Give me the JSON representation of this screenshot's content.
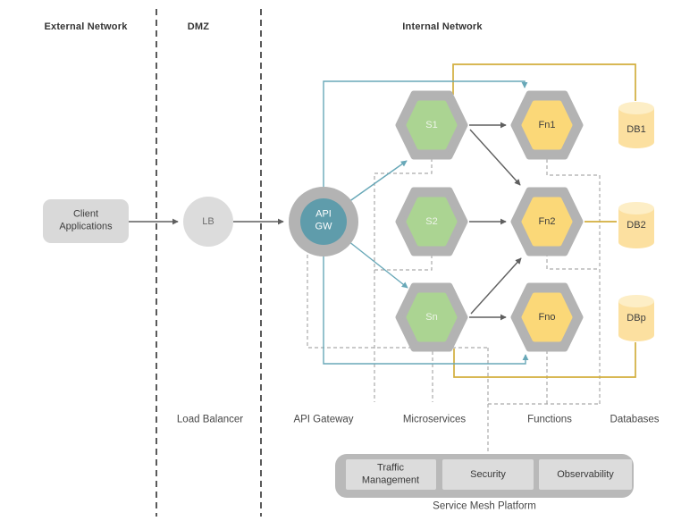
{
  "zones": [
    {
      "id": "external-network",
      "label": "External Network"
    },
    {
      "id": "dmz",
      "label": "DMZ"
    },
    {
      "id": "internal-network",
      "label": "Internal Network"
    }
  ],
  "nodes": {
    "client_apps": {
      "label": "Client Applications",
      "shape": "rounded-rect"
    },
    "lb": {
      "label": "LB",
      "shape": "circle"
    },
    "api_gw": {
      "label": "API GW",
      "shape": "double-circle"
    },
    "s1": {
      "label": "S1",
      "shape": "hexagon",
      "group": "microservices"
    },
    "s2": {
      "label": "S2",
      "shape": "hexagon",
      "group": "microservices"
    },
    "sn": {
      "label": "Sn",
      "shape": "hexagon",
      "group": "microservices"
    },
    "fn1": {
      "label": "Fn1",
      "shape": "hexagon",
      "group": "functions"
    },
    "fn2": {
      "label": "Fn2",
      "shape": "hexagon",
      "group": "functions"
    },
    "fno": {
      "label": "Fno",
      "shape": "hexagon",
      "group": "functions"
    },
    "db1": {
      "label": "DB1",
      "shape": "cylinder",
      "group": "databases"
    },
    "db2": {
      "label": "DB2",
      "shape": "cylinder",
      "group": "databases"
    },
    "dbp": {
      "label": "DBp",
      "shape": "cylinder",
      "group": "databases"
    }
  },
  "column_labels": {
    "load_balancer": "Load Balancer",
    "api_gateway": "API Gateway",
    "microservices": "Microservices",
    "functions": "Functions",
    "databases": "Databases"
  },
  "service_mesh": {
    "label": "Service Mesh Platform",
    "components": [
      {
        "label": "Traffic Management"
      },
      {
        "label": "Security"
      },
      {
        "label": "Observability"
      }
    ]
  },
  "edges": [
    {
      "from": "client_apps",
      "to": "lb",
      "style": "solid-arrow-gray"
    },
    {
      "from": "lb",
      "to": "api_gw",
      "style": "solid-arrow-gray"
    },
    {
      "from": "s1",
      "to": "fn1",
      "style": "solid-arrow-gray"
    },
    {
      "from": "s1",
      "to": "fn2",
      "style": "solid-arrow-gray"
    },
    {
      "from": "s2",
      "to": "fn2",
      "style": "solid-arrow-gray"
    },
    {
      "from": "sn",
      "to": "fn2",
      "style": "solid-arrow-gray"
    },
    {
      "from": "sn",
      "to": "fno",
      "style": "solid-arrow-gray"
    },
    {
      "from": "api_gw",
      "to": "s1",
      "style": "solid-arrow-teal"
    },
    {
      "from": "api_gw",
      "to": "sn",
      "style": "solid-arrow-teal"
    },
    {
      "from": "api_gw",
      "to": "fn1",
      "style": "orthogonal-arrow-teal"
    },
    {
      "from": "api_gw",
      "to": "fno",
      "style": "orthogonal-arrow-teal"
    },
    {
      "from": "s1",
      "to": "db1",
      "style": "orthogonal-yellow"
    },
    {
      "from": "fn2",
      "to": "db2",
      "style": "solid-yellow"
    },
    {
      "from": "sn",
      "to": "dbp",
      "style": "orthogonal-yellow"
    },
    {
      "from": "api_gw",
      "to": "service_mesh",
      "style": "dashed-gray"
    },
    {
      "from": "s1",
      "to": "service_mesh",
      "style": "dashed-gray"
    },
    {
      "from": "s2",
      "to": "service_mesh",
      "style": "dashed-gray"
    },
    {
      "from": "sn",
      "to": "service_mesh",
      "style": "dashed-gray"
    },
    {
      "from": "fn1",
      "to": "service_mesh",
      "style": "dashed-gray"
    },
    {
      "from": "fn2",
      "to": "service_mesh",
      "style": "dashed-gray"
    },
    {
      "from": "fno",
      "to": "service_mesh",
      "style": "dashed-gray"
    }
  ],
  "colors": {
    "node_gray_fill": "#d9d9d9",
    "lb_fill": "#dcdcdc",
    "hex_border_gray": "#b3b3b3",
    "microservice_green": "#abd492",
    "function_yellow": "#fbd878",
    "cylinder_body": "#fce0a0",
    "cylinder_top": "#fdeec6",
    "api_gw_teal": "#5f9cab",
    "teal_line": "#68a8b8",
    "yellow_line": "#d2ae3d",
    "arrow_gray": "#5f5f5f",
    "dashed_sidecar_gray": "#ababab",
    "zone_divider_gray": "#5a5a5a",
    "mesh_outer_fill": "#b9b9b9",
    "mesh_inner_fill": "#dcdcdc"
  }
}
